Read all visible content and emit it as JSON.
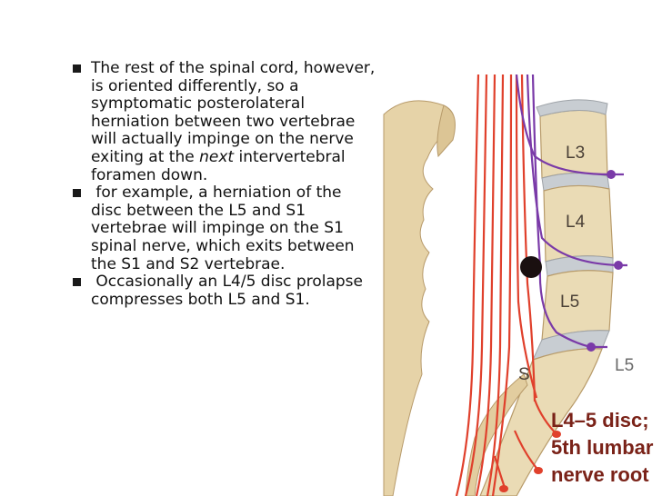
{
  "bullets": [
    {
      "before": "The rest of the spinal cord, however, is oriented differently, so a symptomatic posterolateral herniation between two vertebrae will actually impinge on the nerve exiting at the ",
      "emphasis": "next",
      "after": " intervertebral foramen down."
    },
    {
      "before": " for example, a herniation of the disc between the L5 and S1 vertebrae will impinge on the S1 spinal nerve, which exits between the S1 and S2 vertebrae.",
      "emphasis": "",
      "after": ""
    },
    {
      "before": " Occasionally an L4/5 disc prolapse compresses both L5 and S1.",
      "emphasis": "",
      "after": ""
    }
  ],
  "figure": {
    "vertebra_labels": [
      "L3",
      "L4",
      "L5",
      "S"
    ],
    "root_label": "L5",
    "caption_lines": [
      "L4–5 disc;",
      "5th lumbar",
      "nerve root"
    ]
  },
  "colors": {
    "bone": "#eadbb5",
    "disc": "#c8cdd2",
    "nerve_red": "#e0402c",
    "nerve_purple": "#7a3aa8",
    "herniation": "#1a1010",
    "caption": "#7a2218"
  }
}
